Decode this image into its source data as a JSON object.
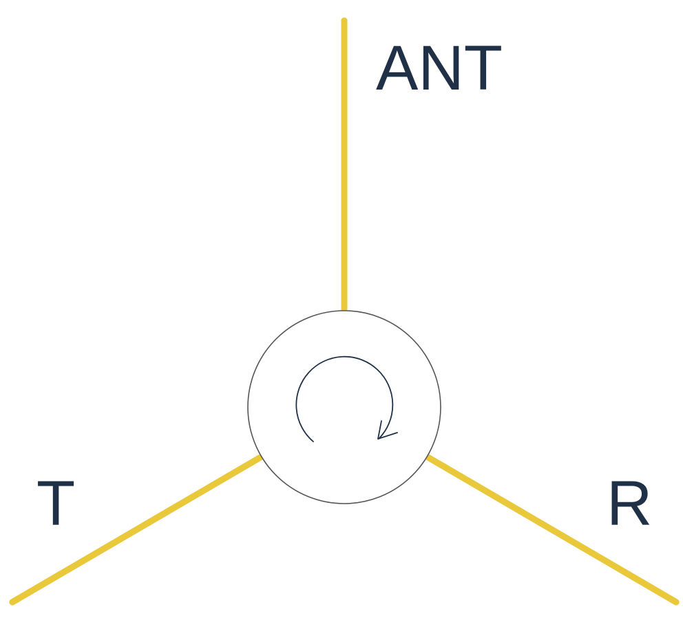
{
  "diagram": {
    "ports": {
      "antenna": {
        "label": "ANT"
      },
      "transmit": {
        "label": "T"
      },
      "receive": {
        "label": "R"
      }
    },
    "colors": {
      "line": "#E9C83A",
      "line_outline": "#B89A1E",
      "text": "#1F3047",
      "circle_stroke": "#555555",
      "circle_fill": "#FFFFFF",
      "arrow": "#1F3047"
    },
    "circulator": {
      "symbol": "clockwise-circulation-arrow-icon"
    }
  }
}
